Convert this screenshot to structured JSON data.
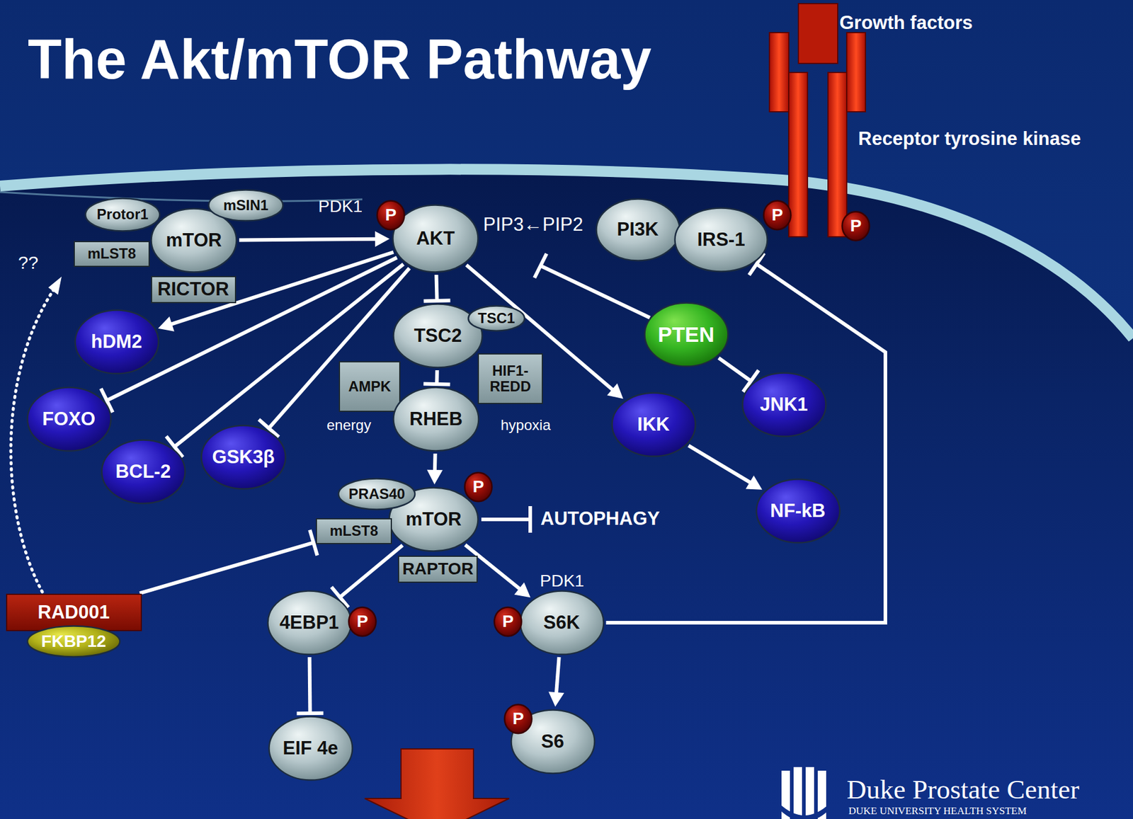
{
  "diagram": {
    "title": "The Akt/mTOR Pathway",
    "nodes": [
      {
        "text": [
          "Protor1"
        ]
      },
      {
        "text": [
          "mSIN1"
        ]
      },
      {
        "text": [
          "mTOR"
        ]
      },
      {
        "text": [
          "mLST8"
        ]
      },
      {
        "text": [
          "RICTOR"
        ]
      },
      {
        "text": [
          "P"
        ]
      },
      {
        "text": [
          "AKT"
        ]
      },
      {
        "text": [
          "PI3K"
        ]
      },
      {
        "text": [
          "IRS-1"
        ]
      },
      {
        "text": [
          "P"
        ]
      },
      {
        "text": [
          "P"
        ]
      },
      {
        "text": [
          "hDM2"
        ]
      },
      {
        "text": [
          "TSC2"
        ]
      },
      {
        "text": [
          "TSC1"
        ]
      },
      {
        "text": [
          "PTEN"
        ]
      },
      {
        "text": [
          "AMPK"
        ]
      },
      {
        "text": [
          "HIF1- REDD"
        ]
      },
      {
        "text": [
          "JNK1"
        ]
      },
      {
        "text": [
          "FOXO"
        ]
      },
      {
        "text": [
          "BCL-2"
        ]
      },
      {
        "text": [
          "GSK3β"
        ]
      },
      {
        "text": [
          "RHEB"
        ]
      },
      {
        "text": [
          "IKK"
        ]
      },
      {
        "text": [
          "NF-kB"
        ]
      },
      {
        "text": [
          "PRAS40"
        ]
      },
      {
        "text": [
          "P"
        ]
      },
      {
        "text": [
          "mTOR"
        ]
      },
      {
        "text": [
          "mLST8"
        ]
      },
      {
        "text": [
          "RAPTOR"
        ]
      },
      {
        "text": [
          "RAD001"
        ]
      },
      {
        "text": [
          "FKBP12"
        ]
      },
      {
        "text": [
          "4EBP1"
        ]
      },
      {
        "text": [
          "P"
        ]
      },
      {
        "text": [
          "P"
        ]
      },
      {
        "text": [
          "S6K"
        ]
      },
      {
        "text": [
          "P"
        ]
      },
      {
        "text": [
          "EIF 4e"
        ]
      },
      {
        "text": [
          "S6"
        ]
      }
    ],
    "edges": [
      {
        "from": 2,
        "to": 6,
        "arrow": "to"
      },
      {
        "from": 6,
        "to": 11,
        "arrow": "to"
      },
      {
        "from": 6,
        "to": 18,
        "arrow": "to"
      },
      {
        "from": 6,
        "to": 19,
        "arrow": "to"
      },
      {
        "from": 6,
        "to": 20,
        "arrow": "to"
      },
      {
        "from": 6,
        "to": 12,
        "arrow": "to"
      },
      {
        "from": 6,
        "to": 22,
        "arrow": "to"
      },
      {
        "from": 12,
        "to": 21,
        "arrow": "to"
      },
      {
        "from": 21,
        "to": 26,
        "arrow": "to"
      },
      {
        "from": 26,
        "to": 31,
        "arrow": "to"
      },
      {
        "from": 26,
        "to": 34,
        "arrow": "to"
      },
      {
        "from": 31,
        "to": 36,
        "arrow": "to"
      },
      {
        "from": 34,
        "to": 37,
        "arrow": "to"
      },
      {
        "from": 34,
        "to": 8,
        "arrow": "to"
      },
      {
        "from": 14,
        "to": 17,
        "arrow": "to"
      },
      {
        "from": 22,
        "to": 23,
        "arrow": "to"
      },
      {
        "from": 29,
        "to": 27,
        "arrow": "to"
      }
    ],
    "labels": [
      "Growth factors",
      "Receptor tyrosine kinase",
      "PDK1",
      "PIP3←PIP2",
      "??",
      "energy",
      "hypoxia",
      "AUTOPHAGY",
      "PDK1",
      "Duke Prostate Center",
      "DUKE UNIVERSITY HEALTH SYSTEM"
    ]
  }
}
